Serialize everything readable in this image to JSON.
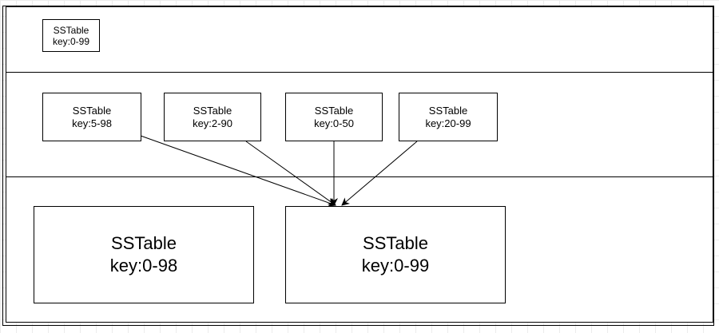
{
  "levels": [
    {
      "tables": [
        {
          "label": "SSTable",
          "range": "key:0-99"
        }
      ]
    },
    {
      "tables": [
        {
          "label": "SSTable",
          "range": "key:5-98"
        },
        {
          "label": "SSTable",
          "range": "key:2-90"
        },
        {
          "label": "SSTable",
          "range": "key:0-50"
        },
        {
          "label": "SSTable",
          "range": "key:20-99"
        }
      ]
    },
    {
      "tables": [
        {
          "label": "SSTable",
          "range": "key:0-98"
        },
        {
          "label": "SSTable",
          "range": "key:0-99"
        }
      ]
    }
  ],
  "colors": {
    "stroke": "#000000",
    "grid": "#ececec",
    "fill": "#ffffff"
  }
}
